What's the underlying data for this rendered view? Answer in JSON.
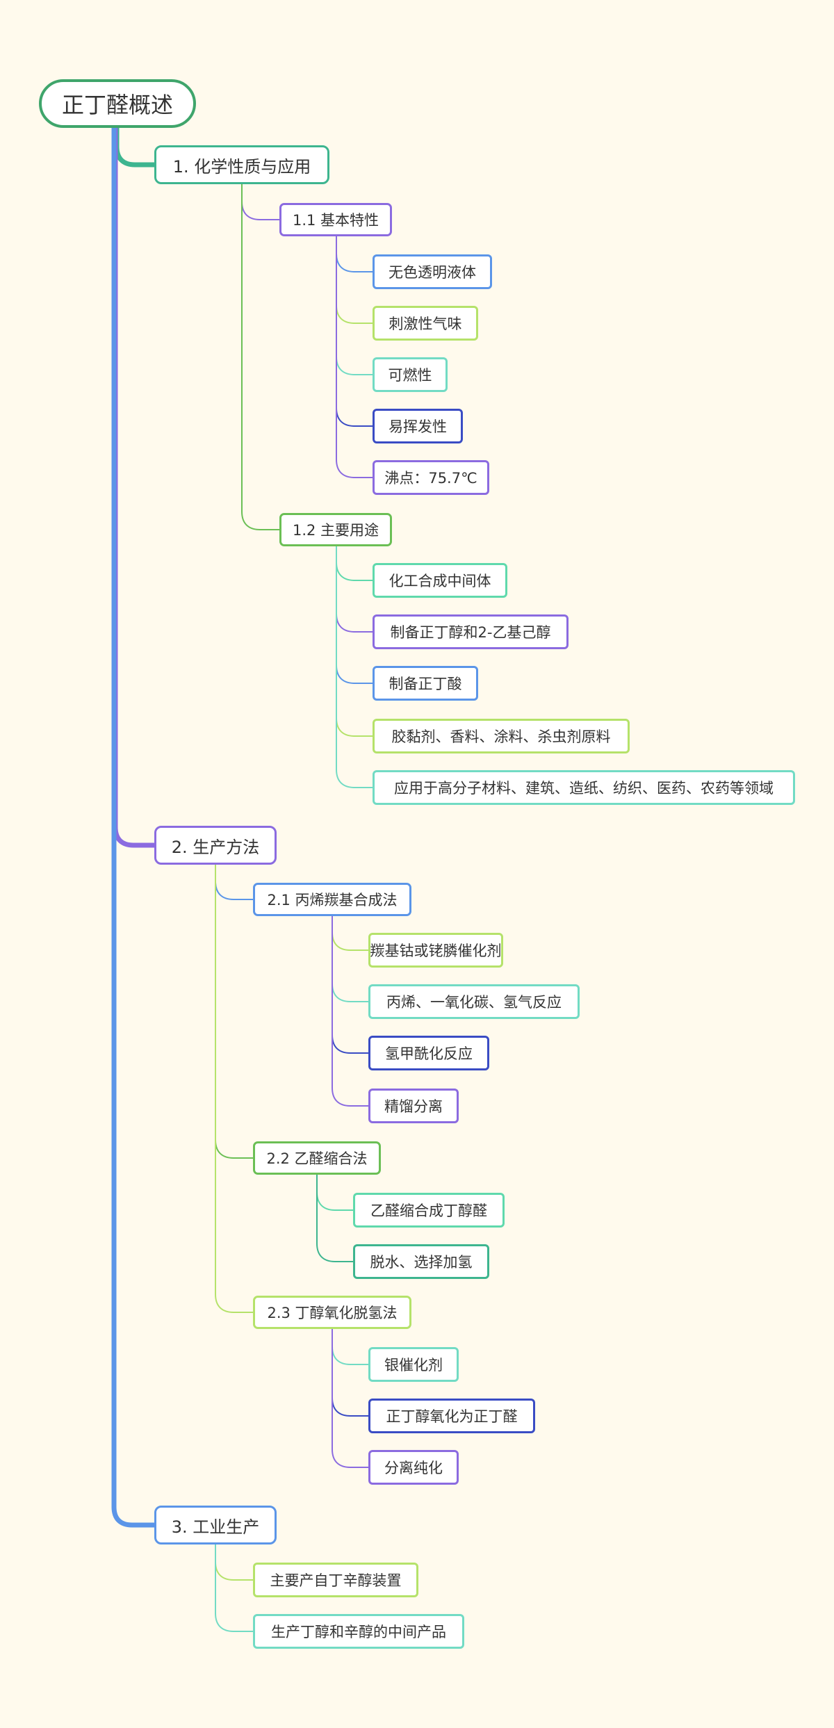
{
  "colors": {
    "background": "#fffaed",
    "root_border": "#3fa56b",
    "purple": "#8b6be0",
    "blue": "#5b95e8",
    "teal": "#3db58f",
    "lime": "#b5e26a",
    "green": "#6bbf55",
    "aqua": "#72dbc4",
    "indigo": "#3a4cc4",
    "mint": "#5fd9ac"
  },
  "root": {
    "label": "正丁醛概述"
  },
  "sections": [
    {
      "label": "1. 化学性质与应用",
      "subs": [
        {
          "label": "1.1 基本特性",
          "items": [
            "无色透明液体",
            "刺激性气味",
            "可燃性",
            "易挥发性",
            "沸点：75.7℃"
          ]
        },
        {
          "label": "1.2 主要用途",
          "items": [
            "化工合成中间体",
            "制备正丁醇和2-乙基己醇",
            "制备正丁酸",
            "胶黏剂、香料、涂料、杀虫剂原料",
            "应用于高分子材料、建筑、造纸、纺织、医药、农药等领域"
          ]
        }
      ]
    },
    {
      "label": "2. 生产方法",
      "subs": [
        {
          "label": "2.1 丙烯羰基合成法",
          "items": [
            "羰基钴或铑膦催化剂",
            "丙烯、一氧化碳、氢气反应",
            "氢甲酰化反应",
            "精馏分离"
          ]
        },
        {
          "label": "2.2 乙醛缩合法",
          "items": [
            "乙醛缩合成丁醇醛",
            "脱水、选择加氢"
          ]
        },
        {
          "label": "2.3 丁醇氧化脱氢法",
          "items": [
            "银催化剂",
            "正丁醇氧化为正丁醛",
            "分离纯化"
          ]
        }
      ]
    },
    {
      "label": "3. 工业生产",
      "items": [
        "主要产自丁辛醇装置",
        "生产丁醇和辛醇的中间产品"
      ]
    }
  ]
}
